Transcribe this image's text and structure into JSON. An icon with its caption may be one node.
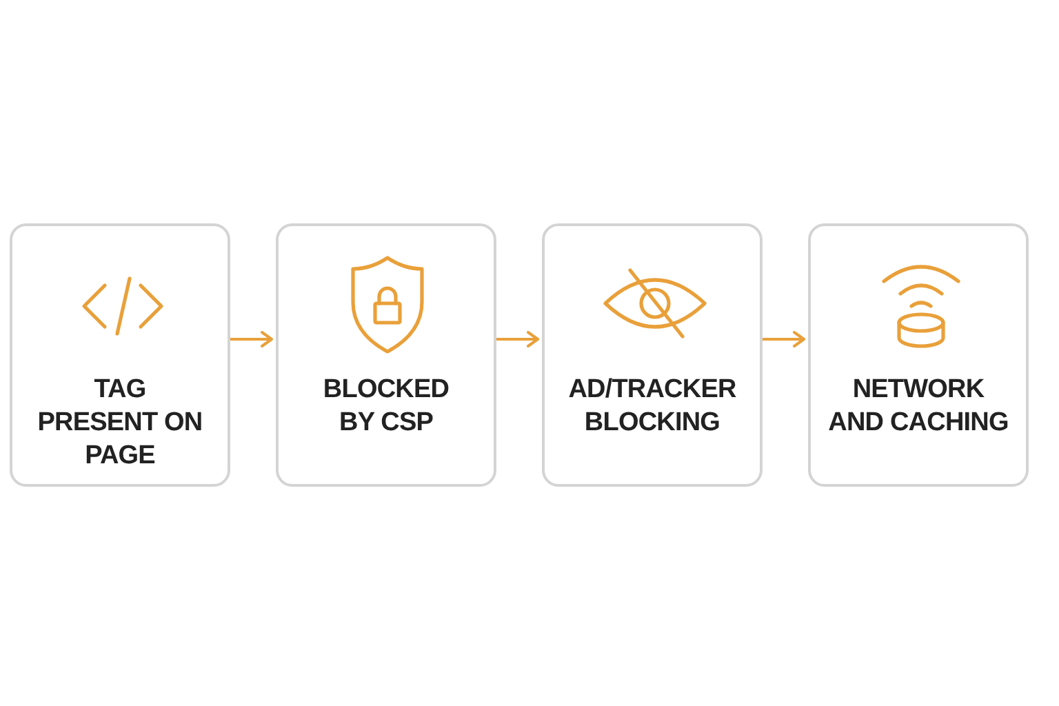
{
  "diagram": {
    "nodes": [
      {
        "text": [
          "TAG PRESENT ON PAGE"
        ]
      },
      {
        "text": [
          "BLOCKED BY CSP"
        ]
      },
      {
        "text": [
          "AD/TRACKER BLOCKING"
        ]
      },
      {
        "text": [
          "NETWORK AND CACHING"
        ]
      }
    ],
    "edges": [
      {
        "from": 0,
        "to": 1,
        "arrow": "to"
      },
      {
        "from": 1,
        "to": 2,
        "arrow": "to"
      },
      {
        "from": 2,
        "to": 3,
        "arrow": "to"
      }
    ]
  }
}
